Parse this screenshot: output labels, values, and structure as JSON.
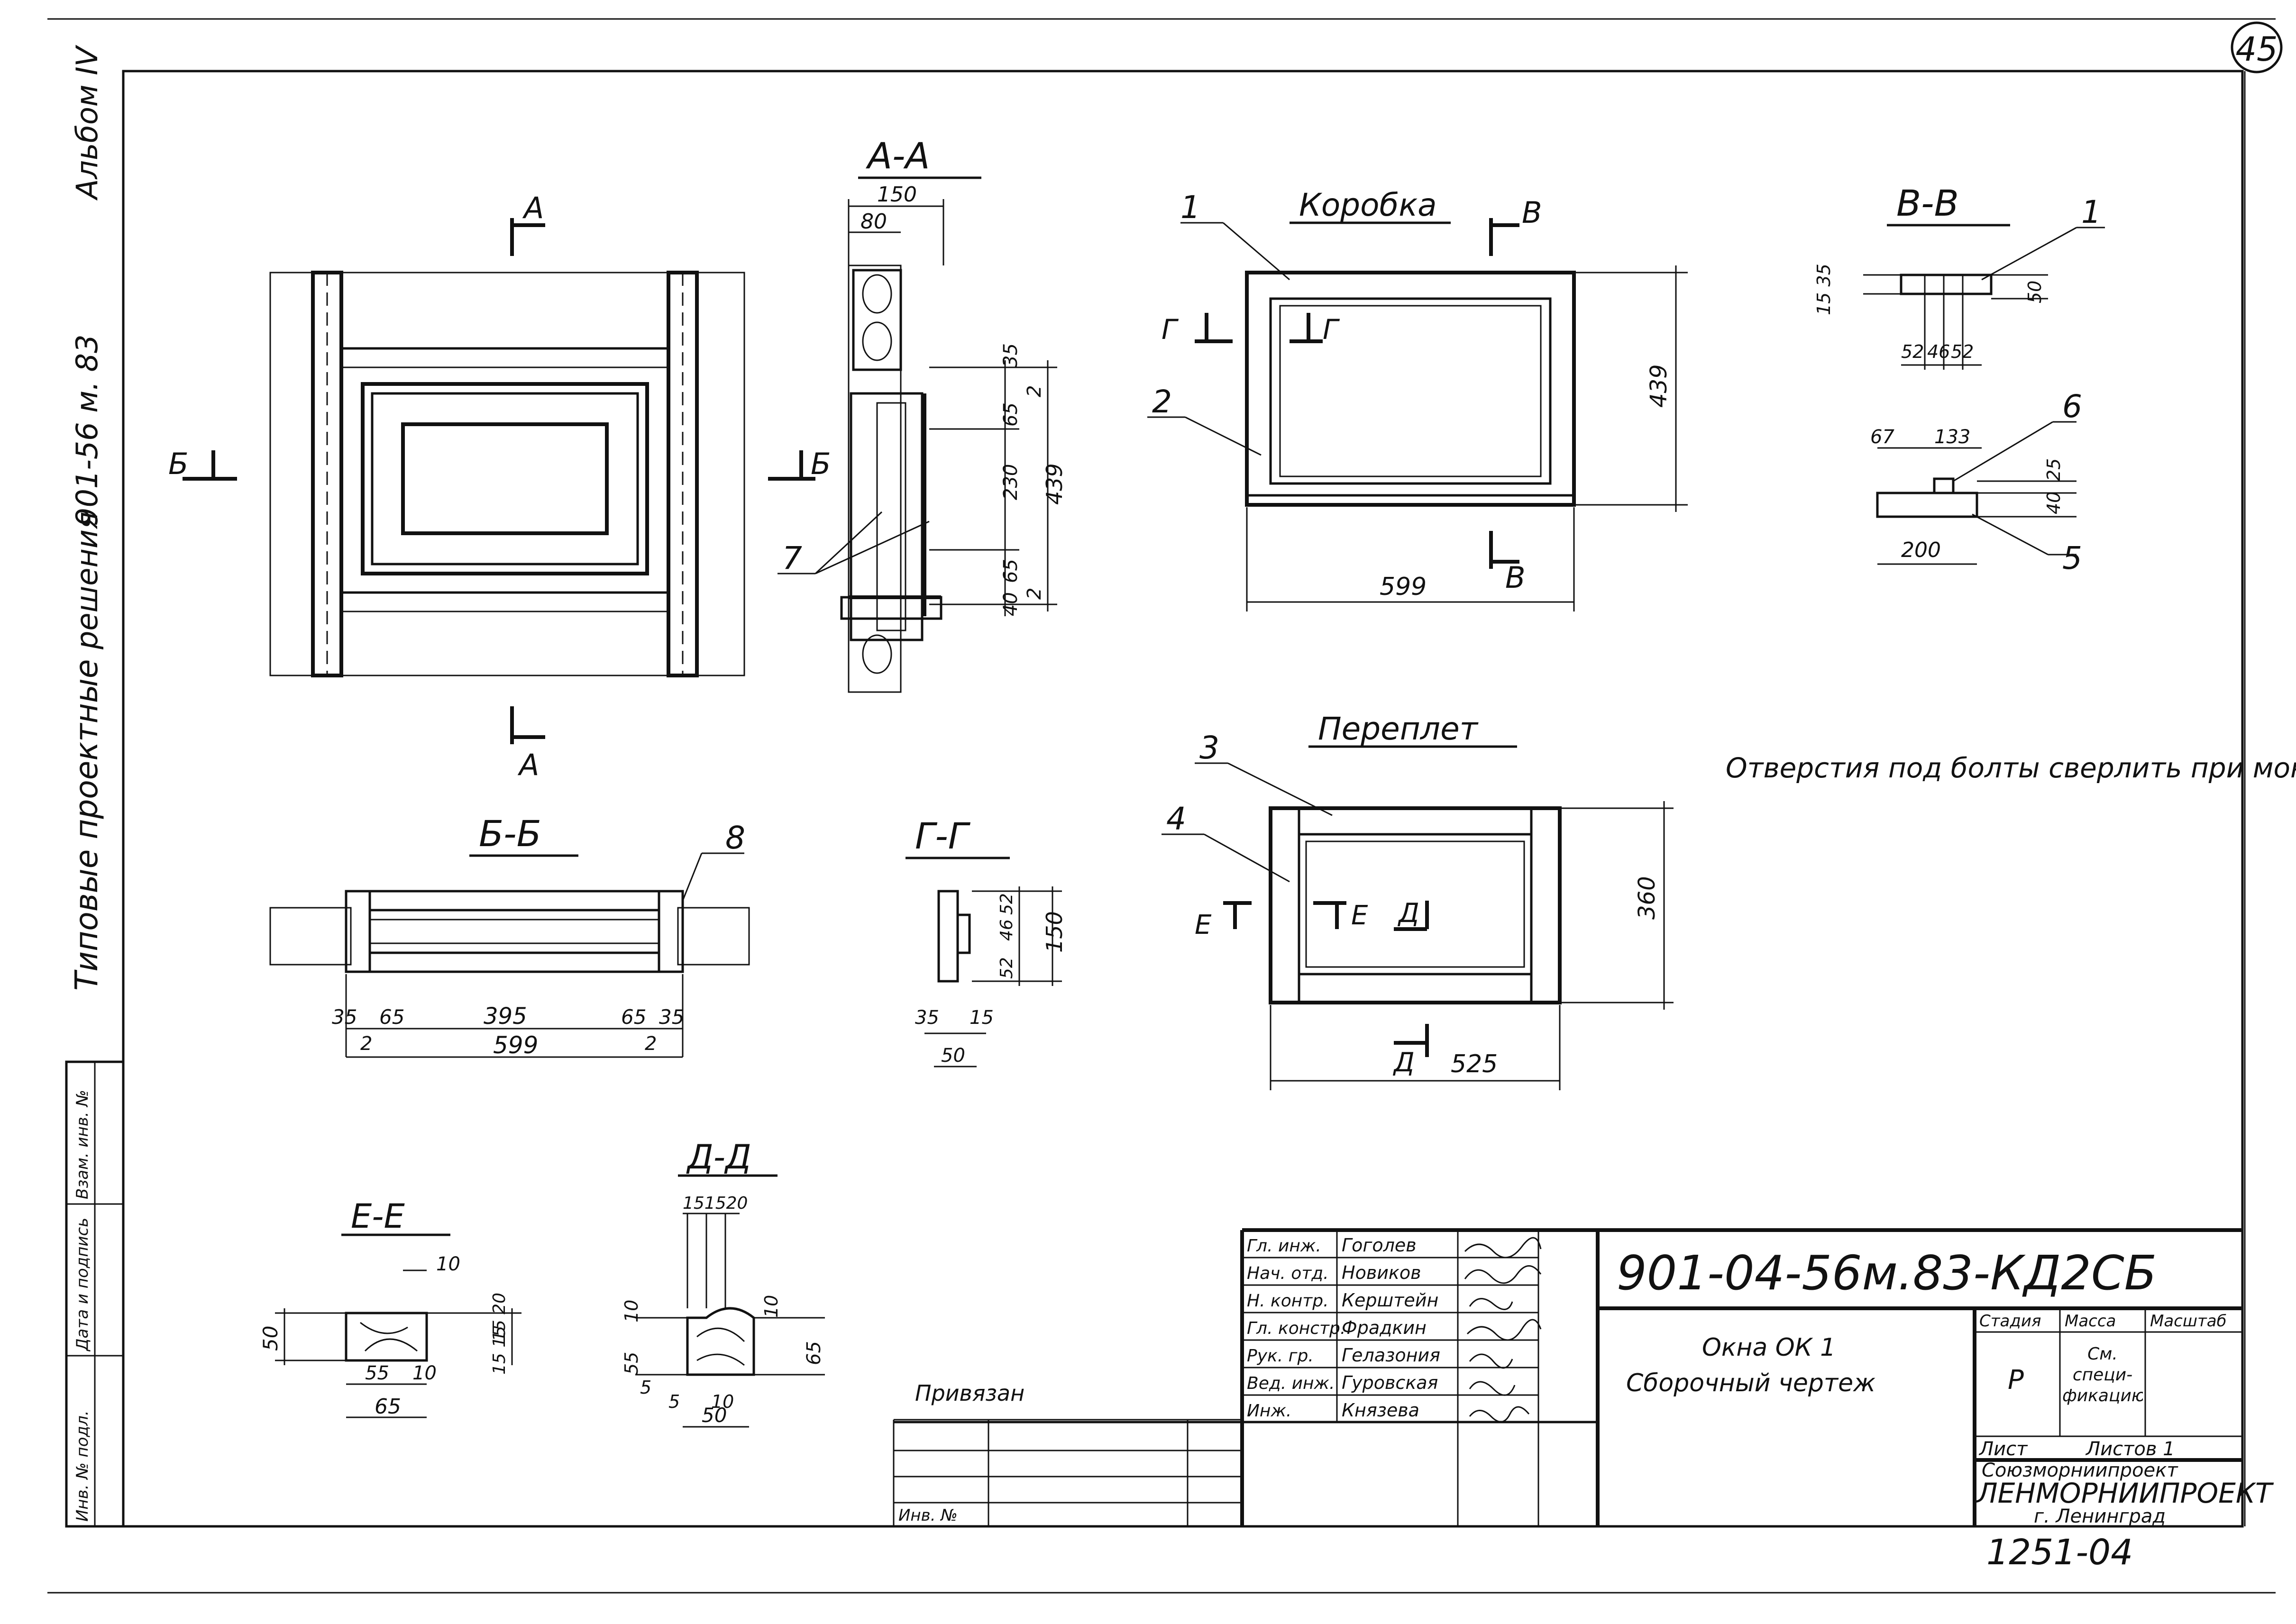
{
  "sheet_number": "45",
  "side_strip": {
    "album": "Альбом IV",
    "series": "901-56 м. 83",
    "solutions": "решения",
    "projects": "Типовые проектные",
    "cells": [
      "Инв. № подл.",
      "Дата и подпись",
      "Взам. инв. №"
    ]
  },
  "views": {
    "section_aa": "А-А",
    "section_bb": "Б-Б",
    "section_vv": "В-В",
    "section_gg": "Г-Г",
    "section_dd": "Д-Д",
    "section_ee": "Е-Е",
    "frame_box": "Коробка",
    "sash": "Переплет"
  },
  "cut_letters": {
    "a": "А",
    "b": "Б",
    "v": "В",
    "g": "Г",
    "d": "Д",
    "e": "Е"
  },
  "marks": {
    "m1": "1",
    "m2": "2",
    "m3": "3",
    "m4": "4",
    "m5": "5",
    "m6": "6",
    "m7": "7",
    "m8": "8"
  },
  "dims": {
    "aa_150": "150",
    "aa_80": "80",
    "aa_35": "35",
    "aa_2a": "2",
    "aa_65a": "65",
    "aa_230": "230",
    "aa_439": "439",
    "aa_65b": "65",
    "aa_40": "40",
    "aa_2b": "2",
    "box_439": "439",
    "box_599": "599",
    "vv_1535": "15 35",
    "vv_50": "50",
    "vv_52a": "52",
    "vv_46": "46",
    "vv_52b": "52",
    "vv_67": "67",
    "vv_133": "133",
    "vv_25": "25",
    "vv_40": "40",
    "vv_200": "200",
    "sash_360": "360",
    "sash_525": "525",
    "bb_35a": "35",
    "bb_65a": "65",
    "bb_395": "395",
    "bb_65b": "65",
    "bb_35b": "35",
    "bb_2a": "2",
    "bb_2b": "2",
    "bb_599": "599",
    "gg_52a": "52",
    "gg_46": "46",
    "gg_52b": "52",
    "gg_150": "150",
    "gg_35": "35",
    "gg_15": "15",
    "gg_50": "50",
    "dd_151520": "151520",
    "dd_10a": "10",
    "dd_55": "55",
    "dd_10b": "10",
    "dd_65": "65",
    "dd_5a": "5",
    "dd_5b": "5",
    "dd_10c": "10",
    "dd_50": "50",
    "ee_10": "10",
    "ee_50": "50",
    "ee_1520": "15 20",
    "ee_1515": "15 15",
    "ee_55": "55",
    "ee_10b": "10",
    "ee_65": "65"
  },
  "note": "Отверстия под болты сверлить при монтаже",
  "title_block": {
    "doc_code": "901-04-56м.83-КД2СБ",
    "privyazan": "Привязан",
    "inv_no": "Инв. №",
    "description_1": "Окна ОК 1",
    "description_2": "Сборочный чертеж",
    "staff": [
      {
        "role": "Гл. инж.",
        "name": "Гоголев"
      },
      {
        "role": "Нач. отд.",
        "name": "Новиков"
      },
      {
        "role": "Н. контр.",
        "name": "Керштейн"
      },
      {
        "role": "Гл. констр.",
        "name": "Фрадкин"
      },
      {
        "role": "Рук. гр.",
        "name": "Гелазония"
      },
      {
        "role": "Вед. инж.",
        "name": "Гуровская"
      },
      {
        "role": "Инж.",
        "name": "Князева"
      }
    ],
    "stage_header": "Стадия",
    "mass_header": "Масса",
    "scale_header": "Масштаб",
    "stage_value": "Р",
    "mass_value": "См. специ- фикацию",
    "sheet_label": "Лист",
    "sheets_label": "Листов 1",
    "org_1": "Союзморниипроект",
    "org_2": "ЛЕНМОРНИИПРОЕКТ",
    "org_3": "г. Ленинград",
    "archive_no": "1251-04"
  }
}
